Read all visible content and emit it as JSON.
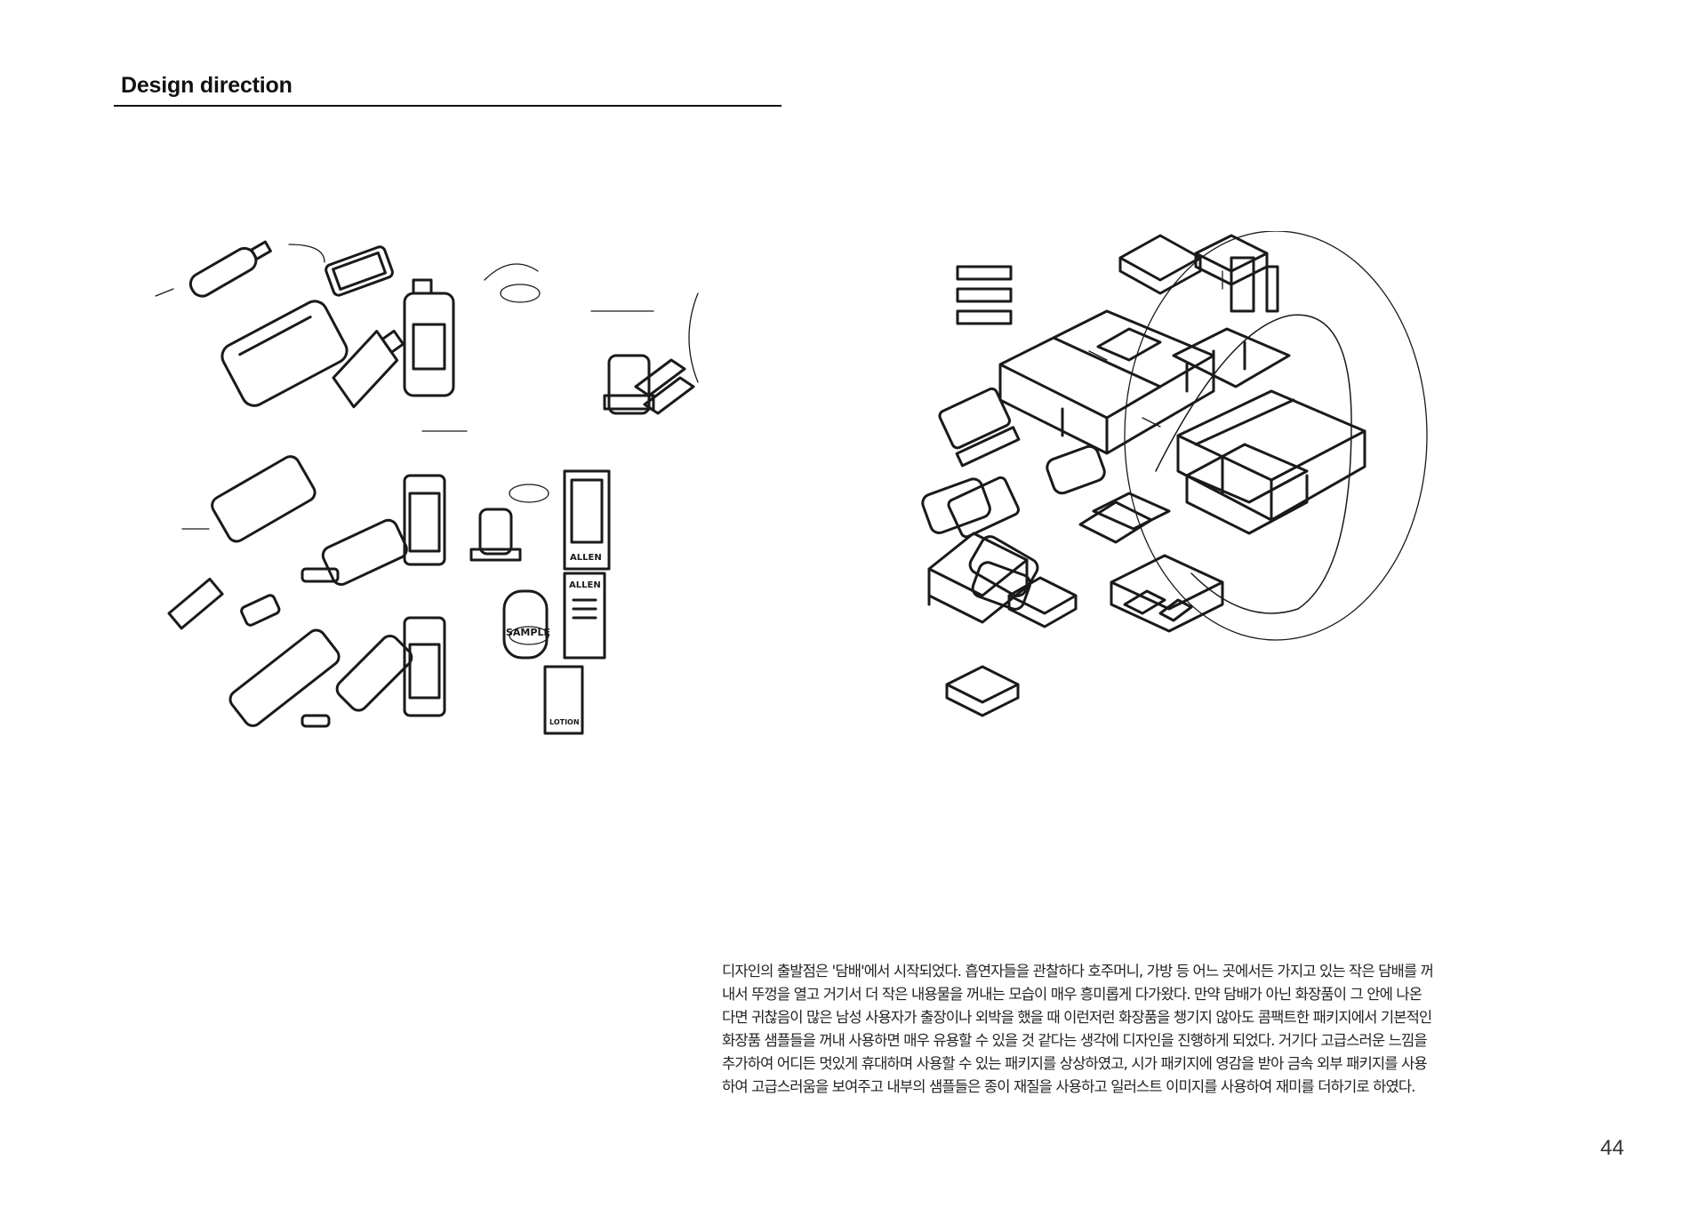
{
  "header": {
    "title": "Design direction"
  },
  "sketches": {
    "left_labels": {
      "sample": "SAMPLE",
      "lotion": "LOTION",
      "allen": "ALLEN"
    }
  },
  "body": {
    "lines": [
      "디자인의 출발점은 '담배'에서 시작되었다. 흡연자들을 관찰하다 호주머니, 가방 등 어느 곳에서든 가지고 있는 작은 담배를 꺼",
      "내서 뚜껑을 열고 거기서 더 작은 내용물을 꺼내는 모습이 매우 흥미롭게 다가왔다. 만약 담배가 아닌 화장품이 그 안에 나온",
      "다면 귀찮음이 많은 남성 사용자가 출장이나 외박을 했을 때 이런저런 화장품을 챙기지 않아도 콤팩트한 패키지에서 기본적인",
      "화장품 샘플들을 꺼내 사용하면 매우 유용할 수 있을 것 같다는 생각에 디자인을 진행하게 되었다. 거기다 고급스러운 느낌을",
      "추가하여 어디든 멋있게 휴대하며 사용할 수 있는 패키지를 상상하였고, 시가 패키지에 영감을 받아 금속 외부 패키지를 사용",
      "하여 고급스러움을 보여주고 내부의 샘플들은 종이 재질을 사용하고 일러스트 이미지를 사용하여 재미를 더하기로 하였다."
    ]
  },
  "footer": {
    "page_number": "44"
  }
}
